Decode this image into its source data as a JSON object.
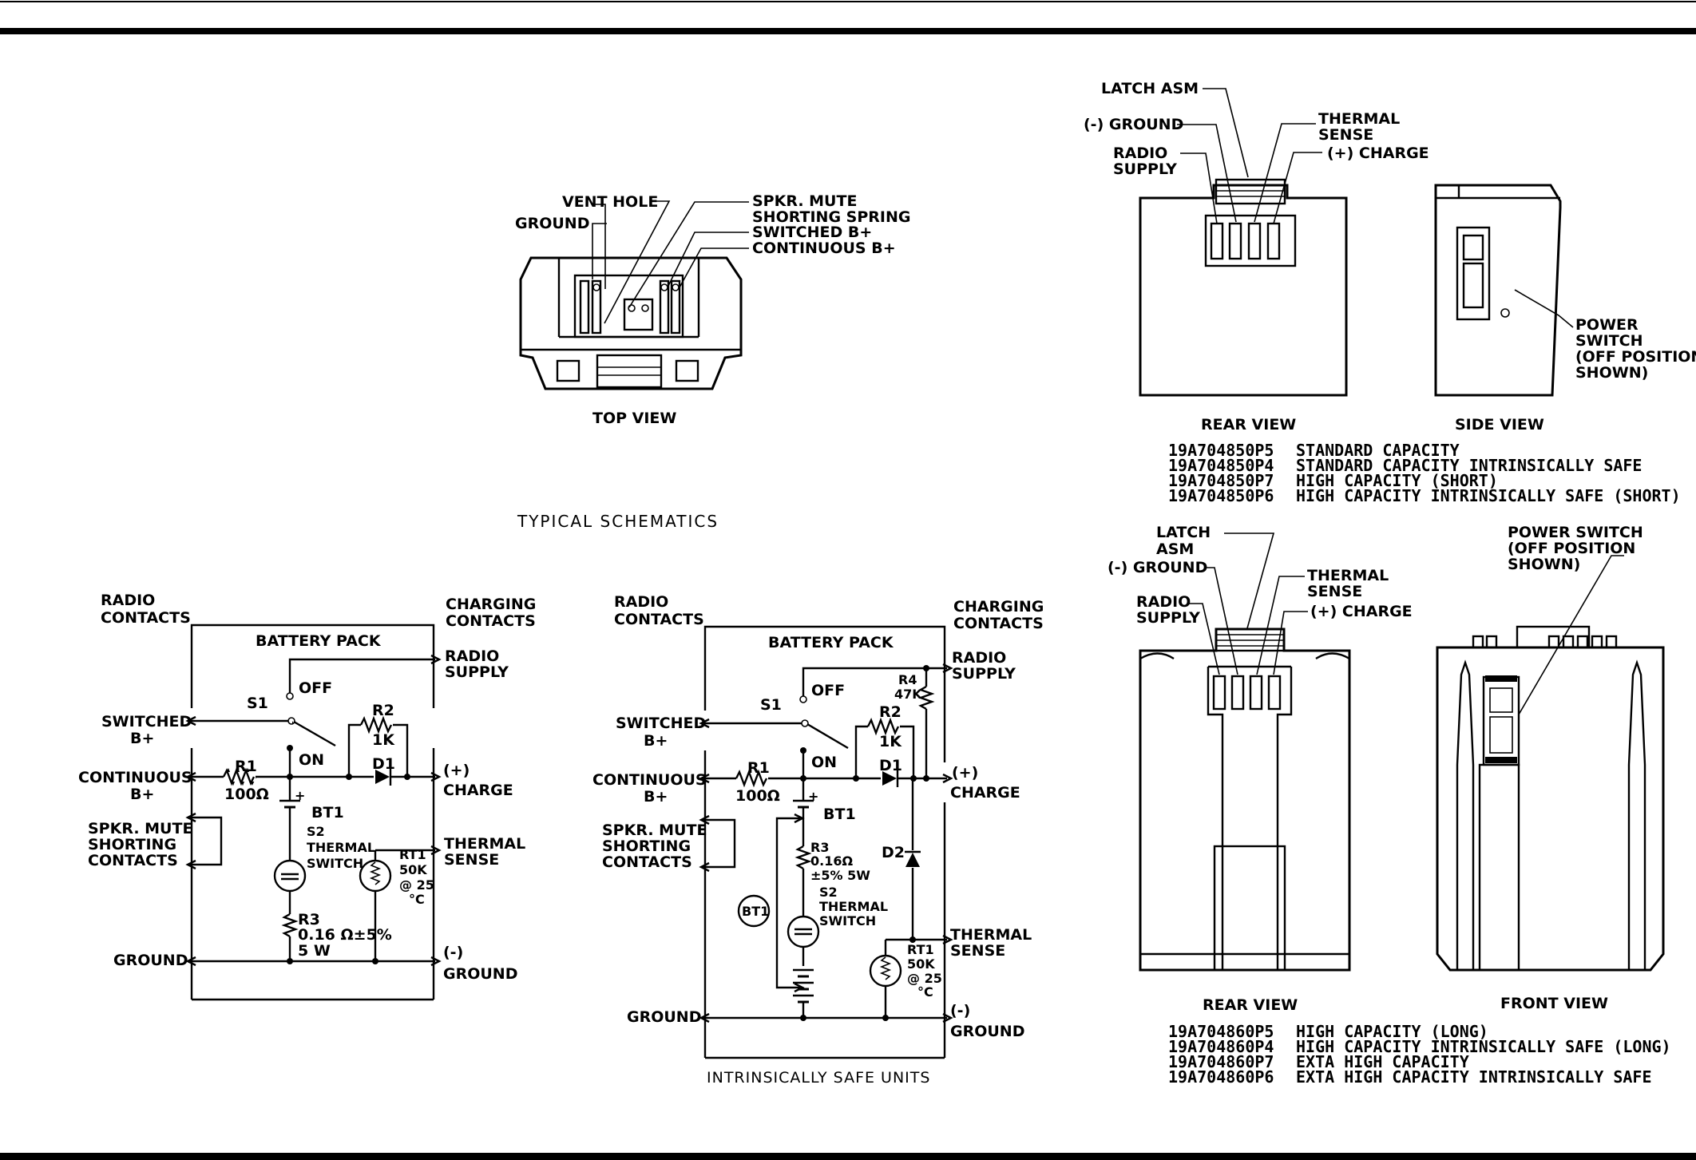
{
  "top_view": {
    "labels": {
      "vent_hole": "VENT HOLE",
      "ground": "GROUND",
      "spkr_mute": "SPKR. MUTE",
      "shorting_spring": "SHORTING SPRING",
      "switched_b": "SWITCHED B+",
      "continuous_b": "CONTINUOUS B+"
    },
    "caption": "TOP VIEW"
  },
  "typical_schematics_title": "TYPICAL SCHEMATICS",
  "schematic_1": {
    "radio_contacts": [
      "RADIO",
      "CONTACTS"
    ],
    "charging_contacts": [
      "CHARGING",
      "CONTACTS"
    ],
    "battery_pack": "BATTERY PACK",
    "radio_supply": [
      "RADIO",
      "SUPPLY"
    ],
    "off": "OFF",
    "on": "ON",
    "s1": "S1",
    "r1": "R1",
    "r1_val": "100Ω",
    "r2": "R2",
    "r2_val": "1K",
    "d1": "D1",
    "bt1": "BT1",
    "plus": "+",
    "switched": [
      "SWITCHED",
      "B+"
    ],
    "continuous": [
      "CONTINUOUS",
      "B+"
    ],
    "spkr_mute": [
      "SPKR. MUTE",
      "SHORTING",
      "CONTACTS"
    ],
    "s2": [
      "S2",
      "THERMAL",
      "SWITCH"
    ],
    "rt1": [
      "RT1",
      "50K",
      "@ 25",
      "°C"
    ],
    "r3": [
      "R3",
      "0.16 Ω±5%",
      "5 W"
    ],
    "charge": [
      "(+)",
      "CHARGE"
    ],
    "thermal_sense": [
      "THERMAL",
      "SENSE"
    ],
    "ground_left": "GROUND",
    "ground_right": [
      "(-)",
      "GROUND"
    ]
  },
  "schematic_2": {
    "radio_contacts": [
      "RADIO",
      "CONTACTS"
    ],
    "charging_contacts": [
      "CHARGING",
      "CONTACTS"
    ],
    "battery_pack": "BATTERY PACK",
    "radio_supply": [
      "RADIO",
      "SUPPLY"
    ],
    "off": "OFF",
    "on": "ON",
    "s1": "S1",
    "r1": "R1",
    "r1_val": "100Ω",
    "r2": "R2",
    "r2_val": "1K",
    "r4": [
      "R4",
      "47K"
    ],
    "d1": "D1",
    "d2": "D2",
    "bt1": "BT1",
    "bt1_circle": "BT1",
    "plus": "+",
    "switched": [
      "SWITCHED",
      "B+"
    ],
    "continuous": [
      "CONTINUOUS",
      "B+"
    ],
    "spkr_mute": [
      "SPKR. MUTE",
      "SHORTING",
      "CONTACTS"
    ],
    "r3": [
      "R3",
      "0.16Ω",
      "±5% 5W"
    ],
    "s2": [
      "S2",
      "THERMAL",
      "SWITCH"
    ],
    "rt1": [
      "RT1",
      "50K",
      "@ 25",
      "°C"
    ],
    "charge": [
      "(+)",
      "CHARGE"
    ],
    "thermal_sense": [
      "THERMAL",
      "SENSE"
    ],
    "ground_left": "GROUND",
    "ground_right": [
      "(-)",
      "GROUND"
    ],
    "caption": "INTRINSICALLY SAFE UNITS"
  },
  "rear_view_top": {
    "latch_asm": "LATCH ASM",
    "ground": "(-) GROUND",
    "radio_supply": [
      "RADIO",
      "SUPPLY"
    ],
    "thermal_sense": [
      "THERMAL",
      "SENSE"
    ],
    "charge": "(+) CHARGE",
    "caption": "REAR VIEW"
  },
  "side_view": {
    "power_switch": [
      "POWER",
      "SWITCH",
      "(OFF POSITION",
      "SHOWN)"
    ],
    "caption": "SIDE VIEW"
  },
  "parts_list_1": [
    {
      "part": "19A704850P5",
      "desc": "STANDARD  CAPACITY"
    },
    {
      "part": "19A704850P4",
      "desc": "STANDARD  CAPACITY  INTRINSICALLY  SAFE"
    },
    {
      "part": "19A704850P7",
      "desc": "HIGH CAPACITY (SHORT)"
    },
    {
      "part": "19A704850P6",
      "desc": "HIGH CAPACITY INTRINSICALLY SAFE (SHORT)"
    }
  ],
  "rear_view_bottom": {
    "latch_asm": [
      "LATCH",
      "ASM"
    ],
    "ground": "(-) GROUND",
    "radio_supply": [
      "RADIO",
      "SUPPLY"
    ],
    "thermal_sense": [
      "THERMAL",
      "SENSE"
    ],
    "charge": "(+) CHARGE",
    "caption": "REAR VIEW"
  },
  "front_view": {
    "power_switch": [
      "POWER SWITCH",
      "(OFF POSITION",
      "SHOWN)"
    ],
    "caption": "FRONT VIEW"
  },
  "parts_list_2": [
    {
      "part": "19A704860P5",
      "desc": "HIGH CAPACITY  (LONG)"
    },
    {
      "part": "19A704860P4",
      "desc": "HIGH CAPACITY  INTRINSICALLY  SAFE  (LONG)"
    },
    {
      "part": "19A704860P7",
      "desc": "EXTA HIGH CAPACITY"
    },
    {
      "part": "19A704860P6",
      "desc": "EXTA HIGH CAPACITY INTRINSICALLY SAFE"
    }
  ]
}
